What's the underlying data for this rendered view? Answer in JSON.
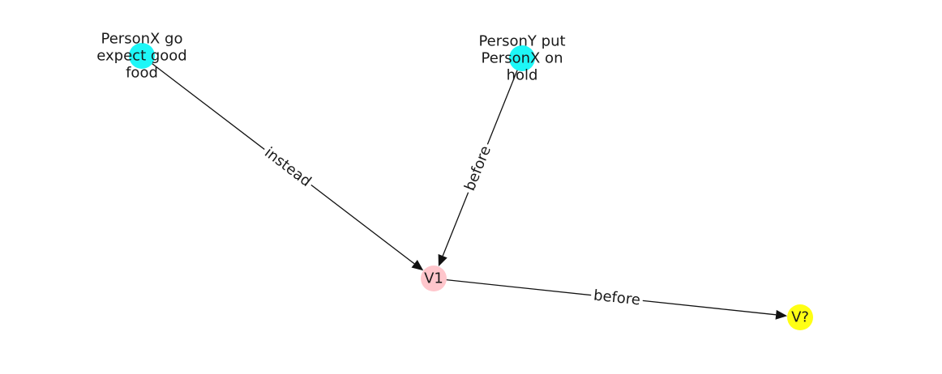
{
  "nodes": [
    {
      "id": "n1",
      "label_lines": [
        "PersonX go",
        "expect good",
        "food"
      ],
      "color": "#1ef7f7"
    },
    {
      "id": "n2",
      "label_lines": [
        "PersonY put",
        "PersonX on",
        "hold"
      ],
      "color": "#1ef7f7"
    },
    {
      "id": "v1",
      "label_lines": [
        "V1"
      ],
      "color": "#ffc6cc"
    },
    {
      "id": "vq",
      "label_lines": [
        "V?"
      ],
      "color": "#ffff14"
    }
  ],
  "edges": [
    {
      "from": "n1",
      "to": "v1",
      "label": "instead"
    },
    {
      "from": "n2",
      "to": "v1",
      "label": "before"
    },
    {
      "from": "v1",
      "to": "vq",
      "label": "before"
    }
  ]
}
